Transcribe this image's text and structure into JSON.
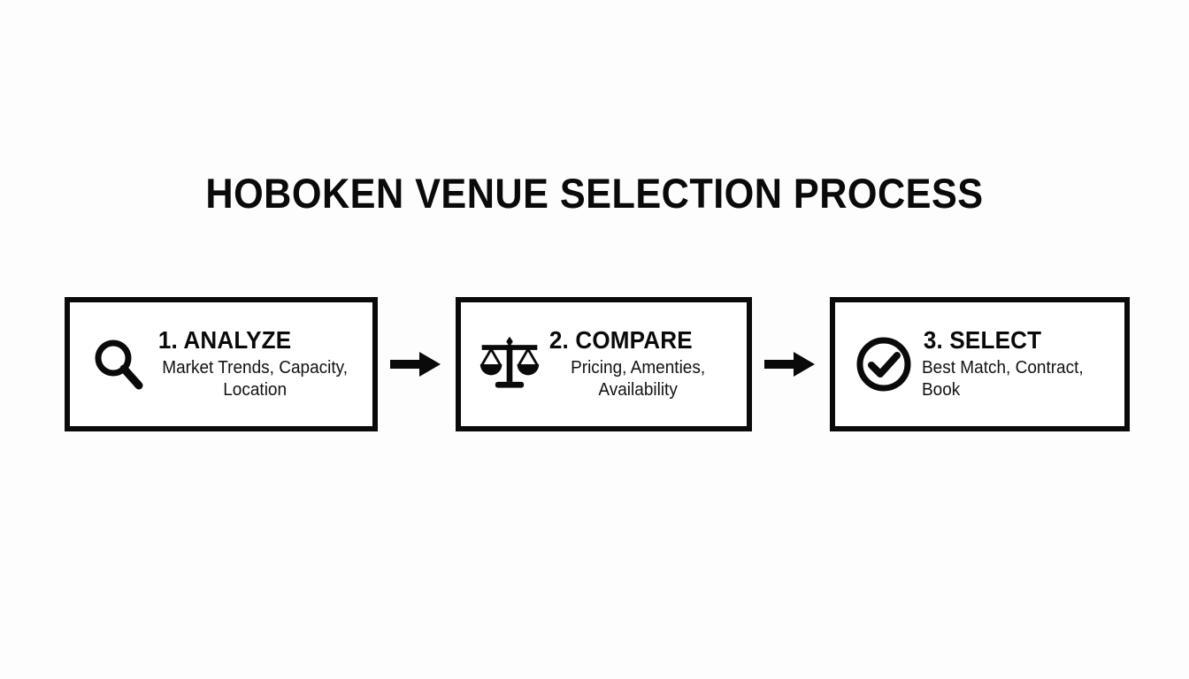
{
  "title": "HOBOKEN VENUE SELECTION PROCESS",
  "theme": {
    "background": "#fdfdfd",
    "ink": "#0a0a0a",
    "box_fill": "#ffffff"
  },
  "steps": [
    {
      "icon": "magnifier-icon",
      "heading": "1. ANALYZE",
      "body": "Market Trends, Capacity, Location",
      "align": "center"
    },
    {
      "icon": "balance-scales-icon",
      "heading": "2. COMPARE",
      "body": "Pricing, Amenties, Availability",
      "align": "center"
    },
    {
      "icon": "check-circle-icon",
      "heading": "3. SELECT",
      "body": "Best Match, Contract, Book",
      "align": "left"
    }
  ],
  "connectors": [
    {
      "icon": "arrow-right-icon"
    },
    {
      "icon": "arrow-right-icon"
    }
  ]
}
